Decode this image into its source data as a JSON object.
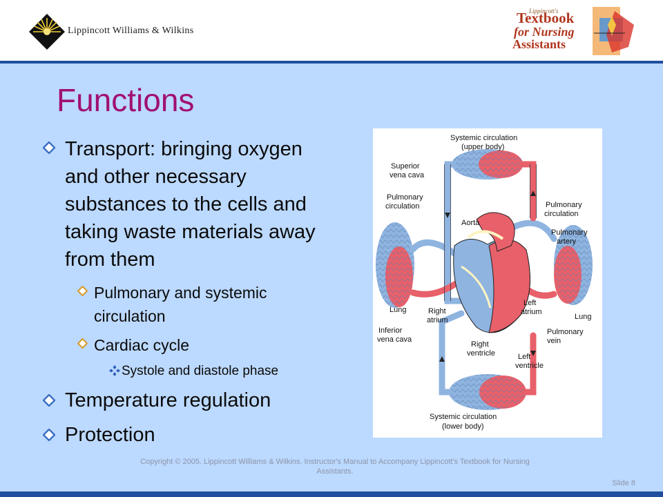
{
  "header": {
    "publisher": "Lippincott Williams & Wilkins",
    "book_line1": "Lippincott's",
    "book_line2": "Textbook",
    "book_line3": "for Nursing",
    "book_line4": "Assistants"
  },
  "slide": {
    "title": "Functions",
    "bullets": [
      {
        "line1": "Transport: bringing oxygen",
        "line2": "and other necessary",
        "line3": "substances to the cells and",
        "line4": "taking waste materials away",
        "line5": "from them"
      },
      {
        "text": "Temperature regulation"
      },
      {
        "text": "Protection"
      }
    ],
    "sub_bullets": [
      {
        "line1": "Pulmonary and systemic",
        "line2": "circulation"
      },
      {
        "text": "Cardiac cycle"
      }
    ],
    "sub_sub_bullet": "Systole and diastole phase"
  },
  "diagram": {
    "systemic_upper_1": "Systemic circulation",
    "systemic_upper_2": "(upper body)",
    "superior_1": "Superior",
    "superior_2": "vena cava",
    "pulm_circ_left_1": "Pulmonary",
    "pulm_circ_left_2": "circulation",
    "pulm_circ_right_1": "Pulmonary",
    "pulm_circ_right_2": "circulation",
    "aorta": "Aorta",
    "pulm_artery_1": "Pulmonary",
    "pulm_artery_2": "artery",
    "lung_left": "Lung",
    "lung_right": "Lung",
    "right_atrium_1": "Right",
    "right_atrium_2": "atrium",
    "left_atrium_1": "Left",
    "left_atrium_2": "atrium",
    "inferior_1": "Inferior",
    "inferior_2": "vena cava",
    "right_ventricle_1": "Right",
    "right_ventricle_2": "ventricle",
    "pulm_vein_1": "Pulmonary",
    "pulm_vein_2": "vein",
    "left_ventricle_1": "Left",
    "left_ventricle_2": "ventricle",
    "systemic_lower_1": "Systemic circulation",
    "systemic_lower_2": "(lower body)"
  },
  "footer": {
    "copyright_1": "Copyright © 2005.  Lippincott Williams & Wilkins. Instructor's Manual  to Accompany Lippincott's Textbook for Nursing",
    "copyright_2": "Assistants.",
    "slide_number": "Slide 8"
  },
  "colors": {
    "title": "#a0106e",
    "background": "#bcd9ff",
    "accent_bar": "#1f4f9e",
    "oxygenated": "#e8606a",
    "deoxygenated": "#8fb4e0"
  }
}
